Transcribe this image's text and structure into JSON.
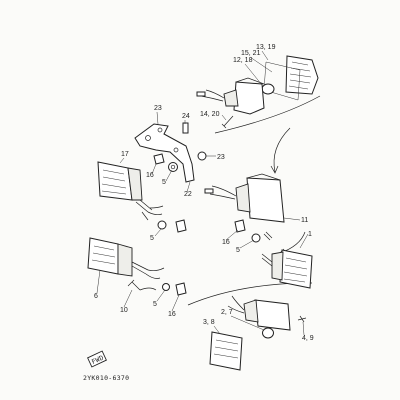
{
  "diagram": {
    "labels": {
      "l13_19": "13, 19",
      "l15_21": "15, 21",
      "l12_18": "12, 18",
      "l14_20": "14, 20",
      "l23a": "23",
      "l24": "24",
      "l23b": "23",
      "l17": "17",
      "l16a": "16",
      "l5a": "5",
      "l22": "22",
      "l11": "11",
      "l1": "1",
      "l16b": "16",
      "l5b": "5",
      "l5c": "5",
      "l6": "6",
      "l10": "10",
      "l5d": "5",
      "l16c": "16",
      "l2_7": "2, 7",
      "l3_8": "3, 8",
      "l4_9": "4, 9"
    },
    "fwd_label": "FWD",
    "catalog_code": "2YK010-6370"
  }
}
